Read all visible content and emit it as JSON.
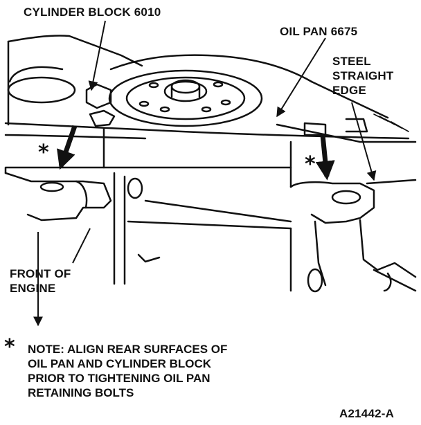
{
  "labels": {
    "cylinder_block": "CYLINDER BLOCK 6010",
    "oil_pan": "OIL PAN 6675",
    "steel_1": "STEEL",
    "steel_2": "STRAIGHT",
    "steel_3": "EDGE",
    "front_1": "FRONT OF",
    "front_2": "ENGINE",
    "star": "*",
    "figure_id": "A21442-A"
  },
  "note": {
    "symbol": "*",
    "lines": [
      "NOTE: ALIGN REAR SURFACES OF",
      "OIL PAN AND CYLINDER BLOCK",
      "PRIOR TO TIGHTENING OIL PAN",
      "RETAINING BOLTS"
    ]
  },
  "colors": {
    "ink": "#111111",
    "paper": "#ffffff"
  }
}
